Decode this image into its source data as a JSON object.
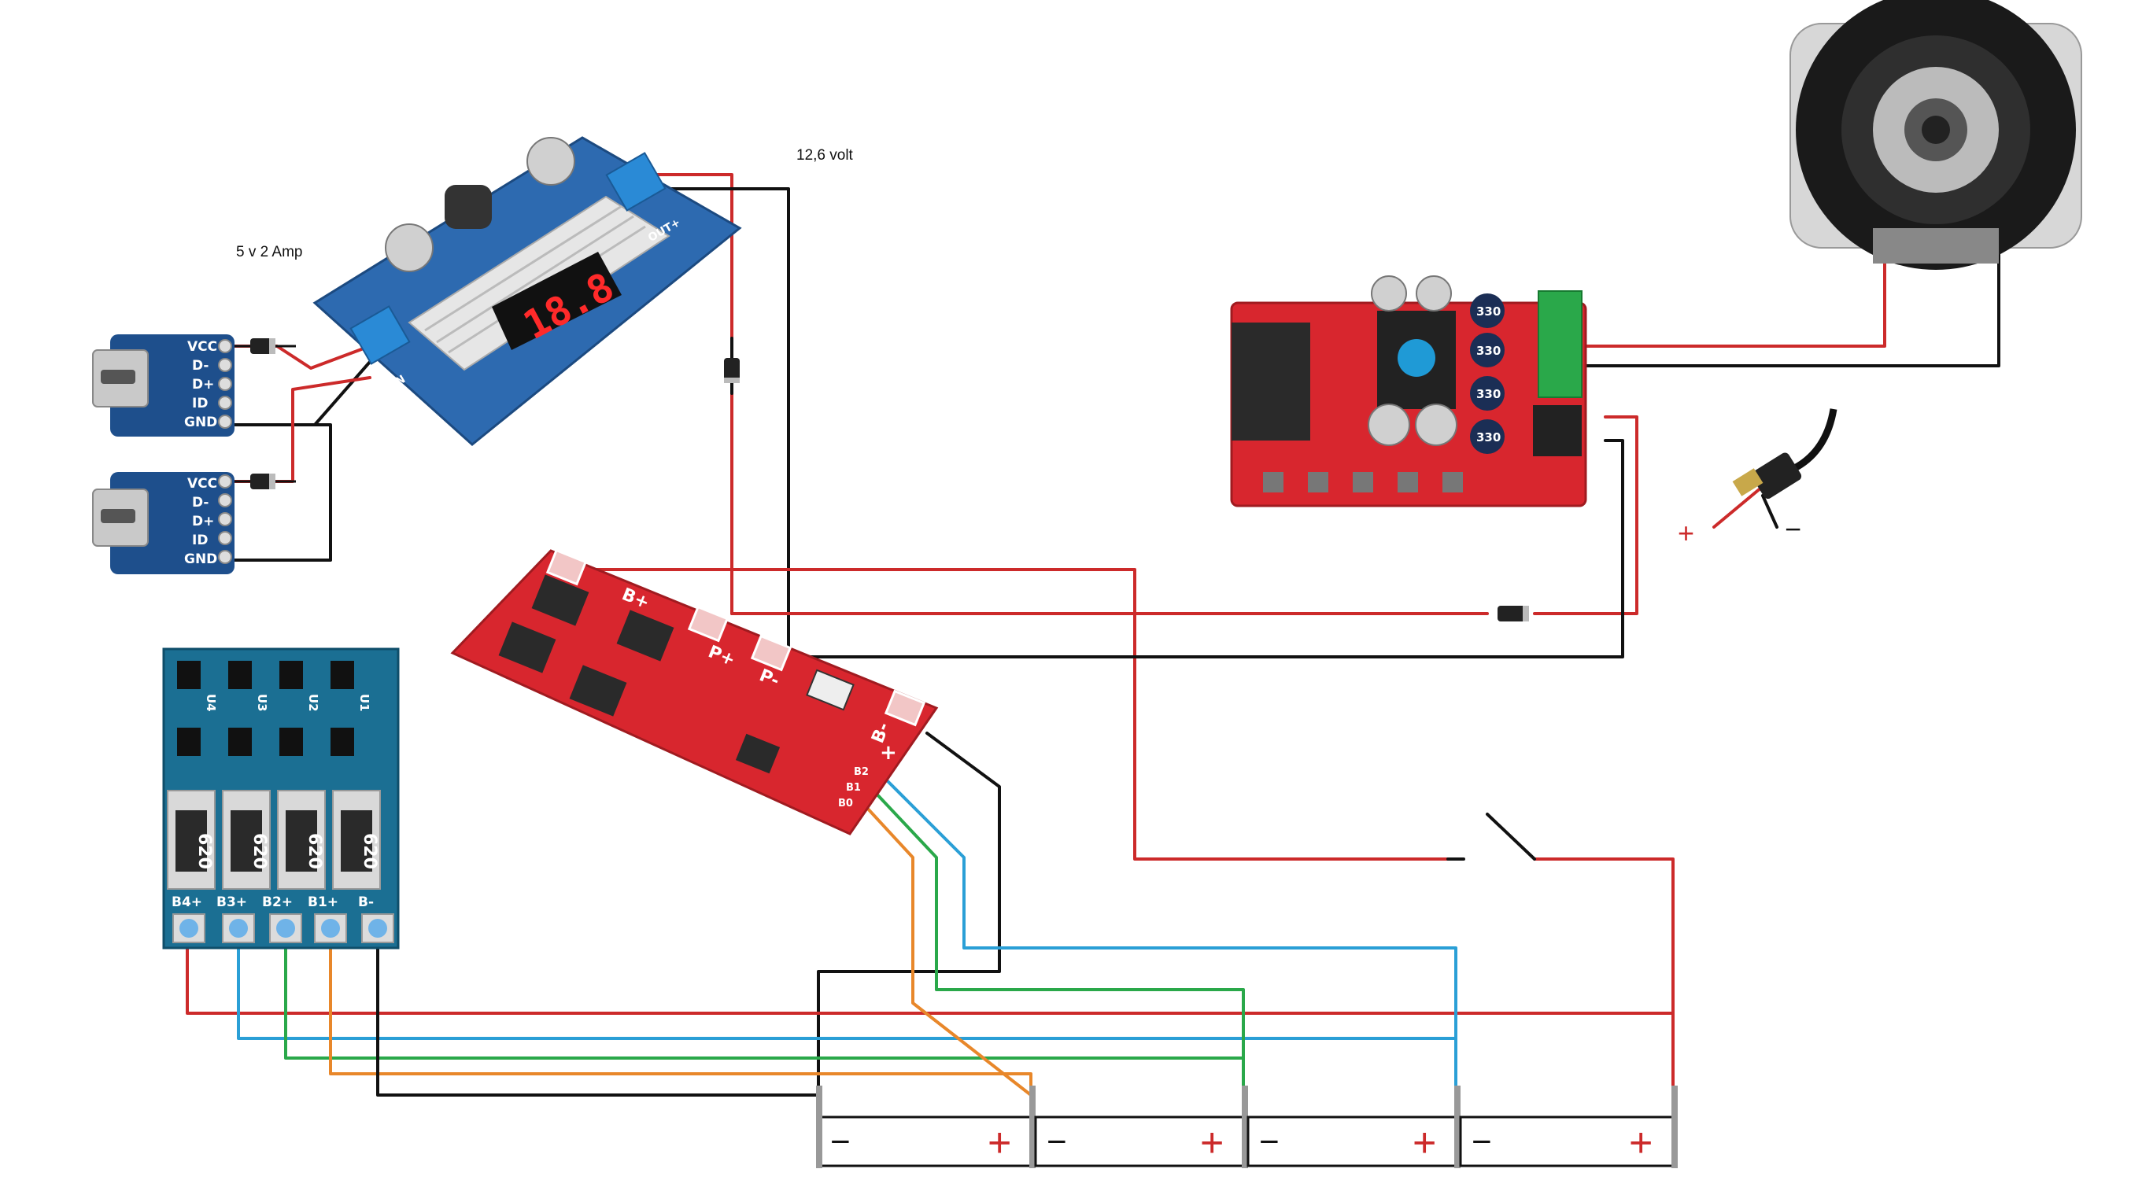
{
  "notes": {
    "step_up_voltage": "12,6 volt",
    "usb_rating": "5 v 2 Amp"
  },
  "usb_module": {
    "pins": [
      "VCC",
      "D-",
      "D+",
      "ID",
      "GND"
    ]
  },
  "step_up_module": {
    "display": "18.8",
    "out_label": "OUT+",
    "in_label": "IN"
  },
  "balance_board": {
    "pins": [
      "B4+",
      "B3+",
      "B2+",
      "B1+",
      "B-"
    ],
    "resistor_code": "620",
    "ic_labels": [
      "U4",
      "U3",
      "U2",
      "U1"
    ]
  },
  "bms_board": {
    "labels": [
      "B+",
      "P+",
      "P-",
      "B-",
      "+"
    ],
    "tap_labels": [
      "B2",
      "B1",
      "B0"
    ]
  },
  "amp_board": {
    "cap_labels": [
      "330",
      "330",
      "330",
      "330"
    ]
  },
  "battery": {
    "minus": "−",
    "plus": "+",
    "count": 4
  },
  "dc_jack": {
    "plus": "+",
    "minus": "−"
  },
  "colors": {
    "red_wire": "#cc2a2a",
    "black_wire": "#111111",
    "blue_wire": "#2a9fd6",
    "green_wire": "#2aa84a",
    "orange_wire": "#e8872a",
    "usb_board": "#1e4f8c",
    "step_up_board": "#2d6ab0",
    "bms_board": "#d8262e",
    "amp_board": "#d8262e",
    "balance_board": "#1b6f93"
  }
}
